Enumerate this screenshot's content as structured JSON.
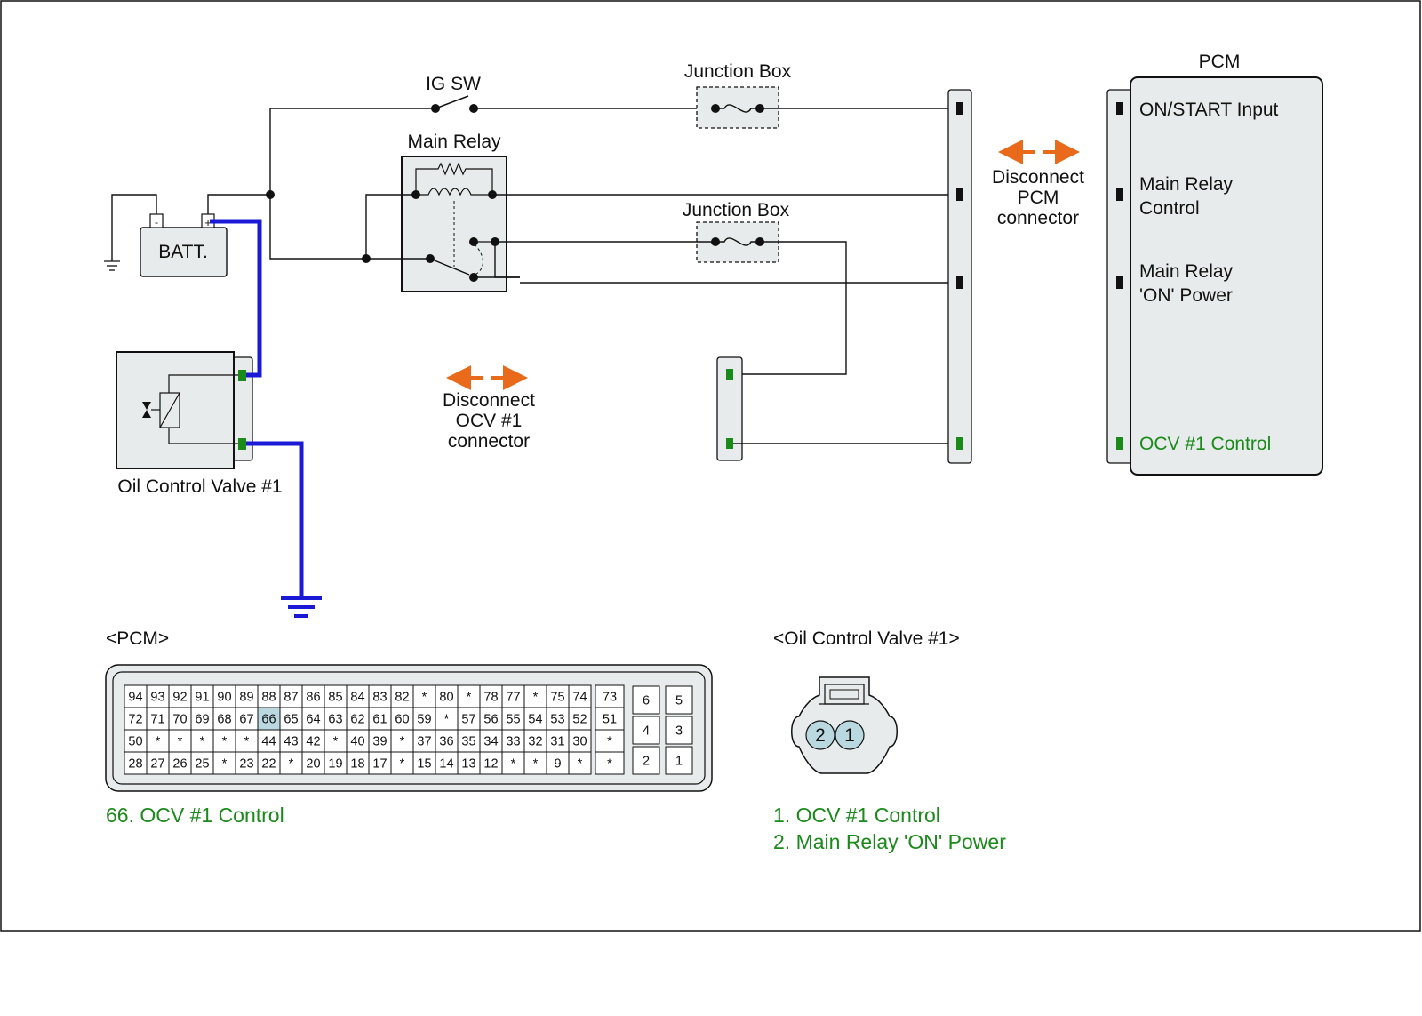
{
  "colors": {
    "background": "#ffffff",
    "component_fill": "#e8ebeb",
    "wire": "#111111",
    "ground_wire": "#1a1ad6",
    "highlight_text": "#1a8a1a",
    "terminal_green": "#1a8a1a",
    "arrow_orange": "#e86a1a",
    "highlight_cell": "#b9d8e0"
  },
  "labels": {
    "ig_sw": "IG SW",
    "main_relay": "Main Relay",
    "junction_box_1": "Junction Box",
    "junction_box_2": "Junction Box",
    "battery": "BATT.",
    "battery_minus": "-",
    "battery_plus": "+",
    "ocv_component": "Oil Control Valve #1",
    "pcm_title": "PCM",
    "disconnect_pcm": [
      "Disconnect",
      "PCM",
      "connector"
    ],
    "disconnect_ocv": [
      "Disconnect",
      "OCV #1",
      "connector"
    ]
  },
  "pcm_pins": [
    {
      "lines": [
        "ON/START Input"
      ],
      "highlight": false
    },
    {
      "lines": [
        "Main Relay",
        "Control"
      ],
      "highlight": false
    },
    {
      "lines": [
        "Main Relay",
        "'ON' Power"
      ],
      "highlight": false
    },
    {
      "lines": [
        "OCV #1 Control"
      ],
      "highlight": true
    }
  ],
  "pcm_connector": {
    "title": "<PCM>",
    "rows": [
      [
        "94",
        "93",
        "92",
        "91",
        "90",
        "89",
        "88",
        "87",
        "86",
        "85",
        "84",
        "83",
        "82",
        "*",
        "80",
        "*",
        "78",
        "77",
        "*",
        "75",
        "74"
      ],
      [
        "72",
        "71",
        "70",
        "69",
        "68",
        "67",
        "66",
        "65",
        "64",
        "63",
        "62",
        "61",
        "60",
        "59",
        "*",
        "57",
        "56",
        "55",
        "54",
        "53",
        "52"
      ],
      [
        "50",
        "*",
        "*",
        "*",
        "*",
        "*",
        "44",
        "43",
        "42",
        "*",
        "40",
        "39",
        "*",
        "37",
        "36",
        "35",
        "34",
        "33",
        "32",
        "31",
        "30"
      ],
      [
        "28",
        "27",
        "26",
        "25",
        "*",
        "23",
        "22",
        "*",
        "20",
        "19",
        "18",
        "17",
        "*",
        "15",
        "14",
        "13",
        "12",
        "*",
        "*",
        "9",
        "*"
      ]
    ],
    "side_column": [
      "73",
      "51",
      "*",
      "*"
    ],
    "small_blocks": [
      [
        "6",
        "4",
        "2"
      ],
      [
        "5",
        "3",
        "1"
      ]
    ],
    "highlighted_pin": "66",
    "caption": "66. OCV #1 Control"
  },
  "ocv_connector": {
    "title": "<Oil Control Valve #1>",
    "pins": [
      "2",
      "1"
    ],
    "captions": [
      "1. OCV #1 Control",
      "2. Main Relay 'ON' Power"
    ]
  }
}
